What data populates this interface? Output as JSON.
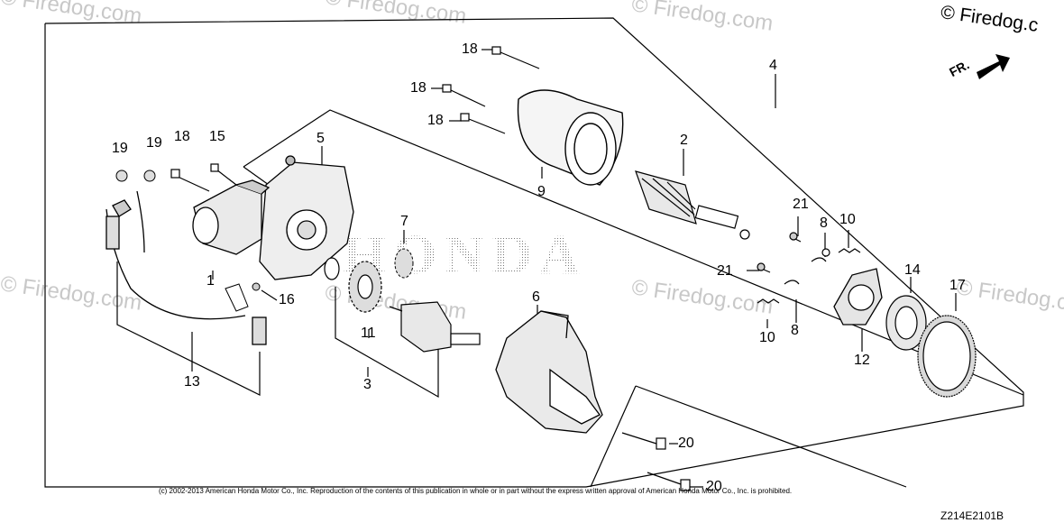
{
  "watermark": "© Firedog.com",
  "site_copyright": "© Firedog.c",
  "brand_mark": "HONDA",
  "orientation": "FR.",
  "copyright_notice": "(c) 2002-2013 American Honda Motor Co., Inc. Reproduction of the contents of this publication in whole or in part without the express written approval of American Honda Motor Co., Inc. is prohibited.",
  "drawing_code": "Z214E2101B",
  "callouts": {
    "c1": "1",
    "c2": "2",
    "c3": "3",
    "c4": "4",
    "c5": "5",
    "c6": "6",
    "c7": "7",
    "c8a": "8",
    "c8b": "8",
    "c9": "9",
    "c10a": "10",
    "c10b": "10",
    "c11": "11",
    "c12": "12",
    "c13": "13",
    "c14": "14",
    "c15": "15",
    "c16": "16",
    "c17": "17",
    "c18a": "18",
    "c18b": "18",
    "c18c": "18",
    "c18d": "18",
    "c19a": "19",
    "c19b": "19",
    "c20a": "20",
    "c20b": "20",
    "c21a": "21",
    "c21b": "21"
  }
}
